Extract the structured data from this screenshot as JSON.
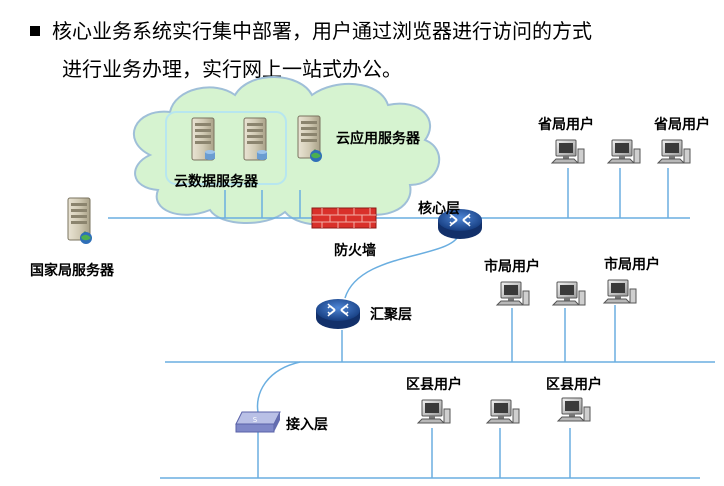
{
  "paragraph": {
    "line1": "核心业务系统实行集中部署，用户通过浏览器进行访问的方式",
    "line2": "进行业务办理，实行网上一站式办公。"
  },
  "labels": {
    "cloud_app_server": "云应用服务器",
    "cloud_data_server": "云数据服务器",
    "national_server": "国家局服务器",
    "firewall": "防火墙",
    "core_layer": "核心层",
    "aggregation_layer": "汇聚层",
    "access_layer": "接入层",
    "prov_user_1": "省局用户",
    "prov_user_2": "省局用户",
    "city_user_1": "市局用户",
    "city_user_2": "市局用户",
    "county_user_1": "区县用户",
    "county_user_2": "区县用户"
  },
  "colors": {
    "line": "#6aaee0",
    "cloud_fill": "#d6f3d0",
    "cloud_stroke": "#9fbfd8",
    "firewall": "#d9302a",
    "router": "#1d4f9c"
  }
}
